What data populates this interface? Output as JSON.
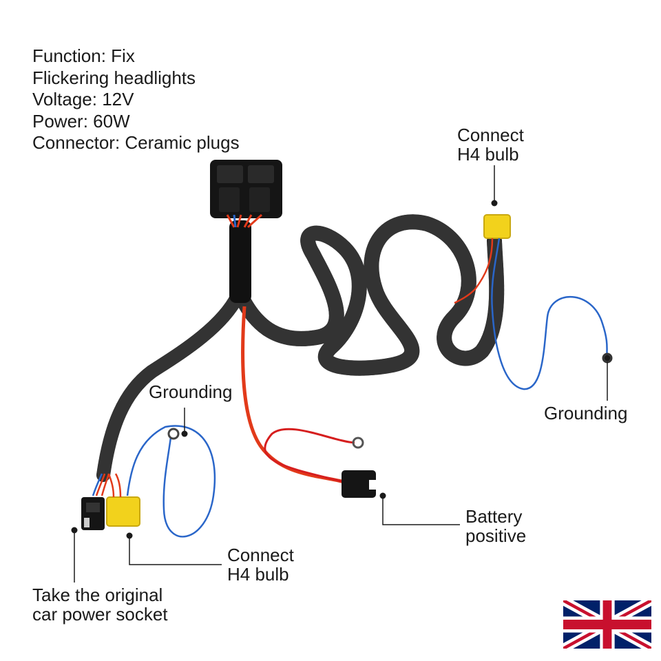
{
  "specs": {
    "function_line1": "Function: Fix",
    "function_line2": "Flickering headlights",
    "voltage": "Voltage: 12V",
    "power": "Power: 60W",
    "connector": "Connector: Ceramic plugs"
  },
  "callouts": {
    "connect_top_line1": "Connect",
    "connect_top_line2": "H4 bulb",
    "grounding_right": "Grounding",
    "grounding_left": "Grounding",
    "battery_line1": "Battery",
    "battery_line2": "positive",
    "connect_bottom_line1": "Connect",
    "connect_bottom_line2": "H4 bulb",
    "socket_line1": "Take the original",
    "socket_line2": "car power socket"
  },
  "colors": {
    "loom": "#1a1a1a",
    "blue_wire": "#2a66c9",
    "red_wire": "#e23a1a",
    "yellow_plug": "#f2d21c",
    "flag_blue": "#012169",
    "flag_red": "#c8102e"
  },
  "icons": {
    "flag": "union-jack-flag-icon"
  }
}
